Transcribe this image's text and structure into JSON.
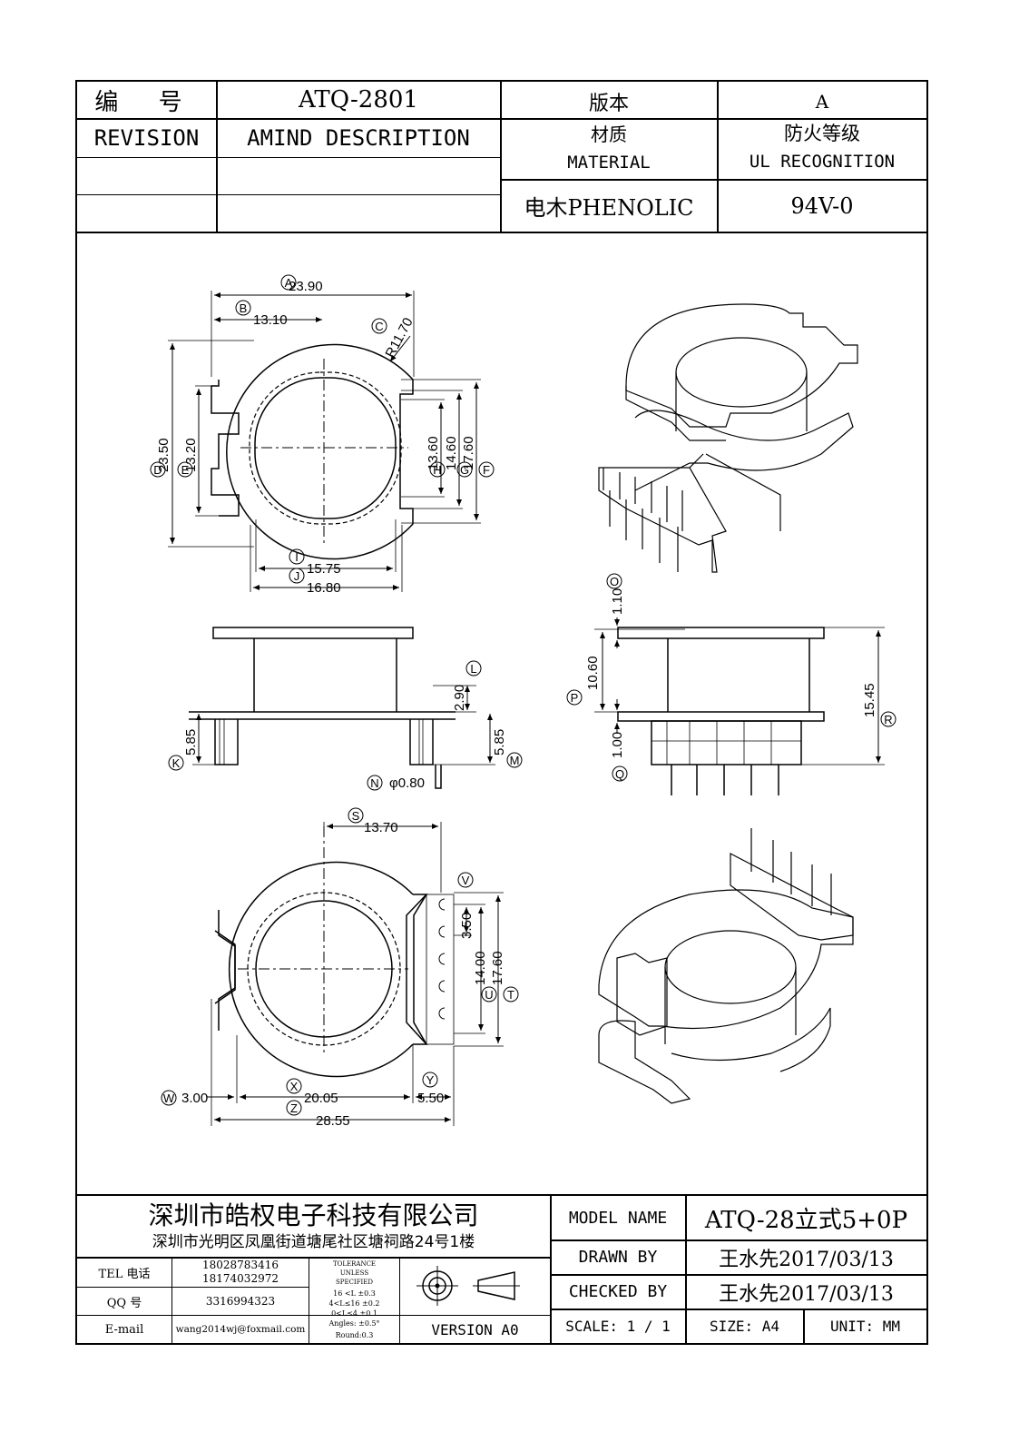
{
  "header": {
    "number_label": "编 号",
    "part_number": "ATQ-2801",
    "version_label": "版本",
    "version_value": "A",
    "revision_label": "REVISION",
    "amend_label": "AMIND DESCRIPTION",
    "material_cn": "材质",
    "material_en": "MATERIAL",
    "fire_cn": "防火等级",
    "fire_en": "UL RECOGNITION",
    "material_value": "电木PHENOLIC",
    "fire_value": "94V-0"
  },
  "dimensions": {
    "A": "A",
    "A_val": "23.90",
    "B": "B",
    "B_val": "13.10",
    "C": "C",
    "C_val": "R11.70",
    "D": "D",
    "D_val": "23.50",
    "E": "E",
    "E_val": "13.20",
    "F": "F",
    "F_val": "17.60",
    "G": "G",
    "G_val": "14.60",
    "H": "H",
    "H_val": "13.60",
    "I": "I",
    "I_val": "15.75",
    "J": "J",
    "J_val": "16.80",
    "K": "K",
    "K_val": "5.85",
    "L": "L",
    "L_val": "2.90",
    "M": "M",
    "M_val": "5.85",
    "N": "N",
    "N_val": "φ0.80",
    "O": "O",
    "O_val": "1.10",
    "P": "P",
    "P_val": "10.60",
    "Q": "Q",
    "Q_val": "1.00",
    "R": "R",
    "R_val": "15.45",
    "S": "S",
    "S_val": "13.70",
    "T": "T",
    "T_val": "17.60",
    "U": "U",
    "U_val": "14.00",
    "V": "V",
    "V_val": "3.50",
    "W": "W",
    "W_val": "3.00",
    "X": "X",
    "X_val": "20.05",
    "Y": "Y",
    "Y_val": "5.50",
    "Z": "Z",
    "Z_val": "28.55"
  },
  "footer": {
    "company": "深圳市皓权电子科技有限公司",
    "address": "深圳市光明区凤凰街道塘尾社区塘祠路24号1楼",
    "tel_label": "TEL 电话",
    "tel_1": "18028783416",
    "tel_2": "18174032972",
    "qq_label": "QQ  号",
    "qq_value": "3316994323",
    "email_label": "E-mail",
    "email_value": "wang2014wj@foxmail.com",
    "tol_1": "TOLERANCE",
    "tol_2": "UNLESS",
    "tol_3": "SPECIFIED",
    "tol_r1": "16 <L        ±0.3",
    "tol_r2": "4<L≤16      ±0.2",
    "tol_r3": "0<L≤4        ±0.1",
    "tol_r4": "Angles: ±0.5°",
    "tol_r5": "Round:0.3",
    "version": "VERSION A0",
    "model_label": "MODEL NAME",
    "model_value": "ATQ-28立式5+0P",
    "drawn_label": "DRAWN BY",
    "drawn_value": "王水先2017/03/13",
    "checked_label": "CHECKED BY",
    "checked_value": "王水先2017/03/13",
    "scale": "SCALE: 1 / 1",
    "size": "SIZE: A4",
    "unit": "UNIT: MM"
  }
}
